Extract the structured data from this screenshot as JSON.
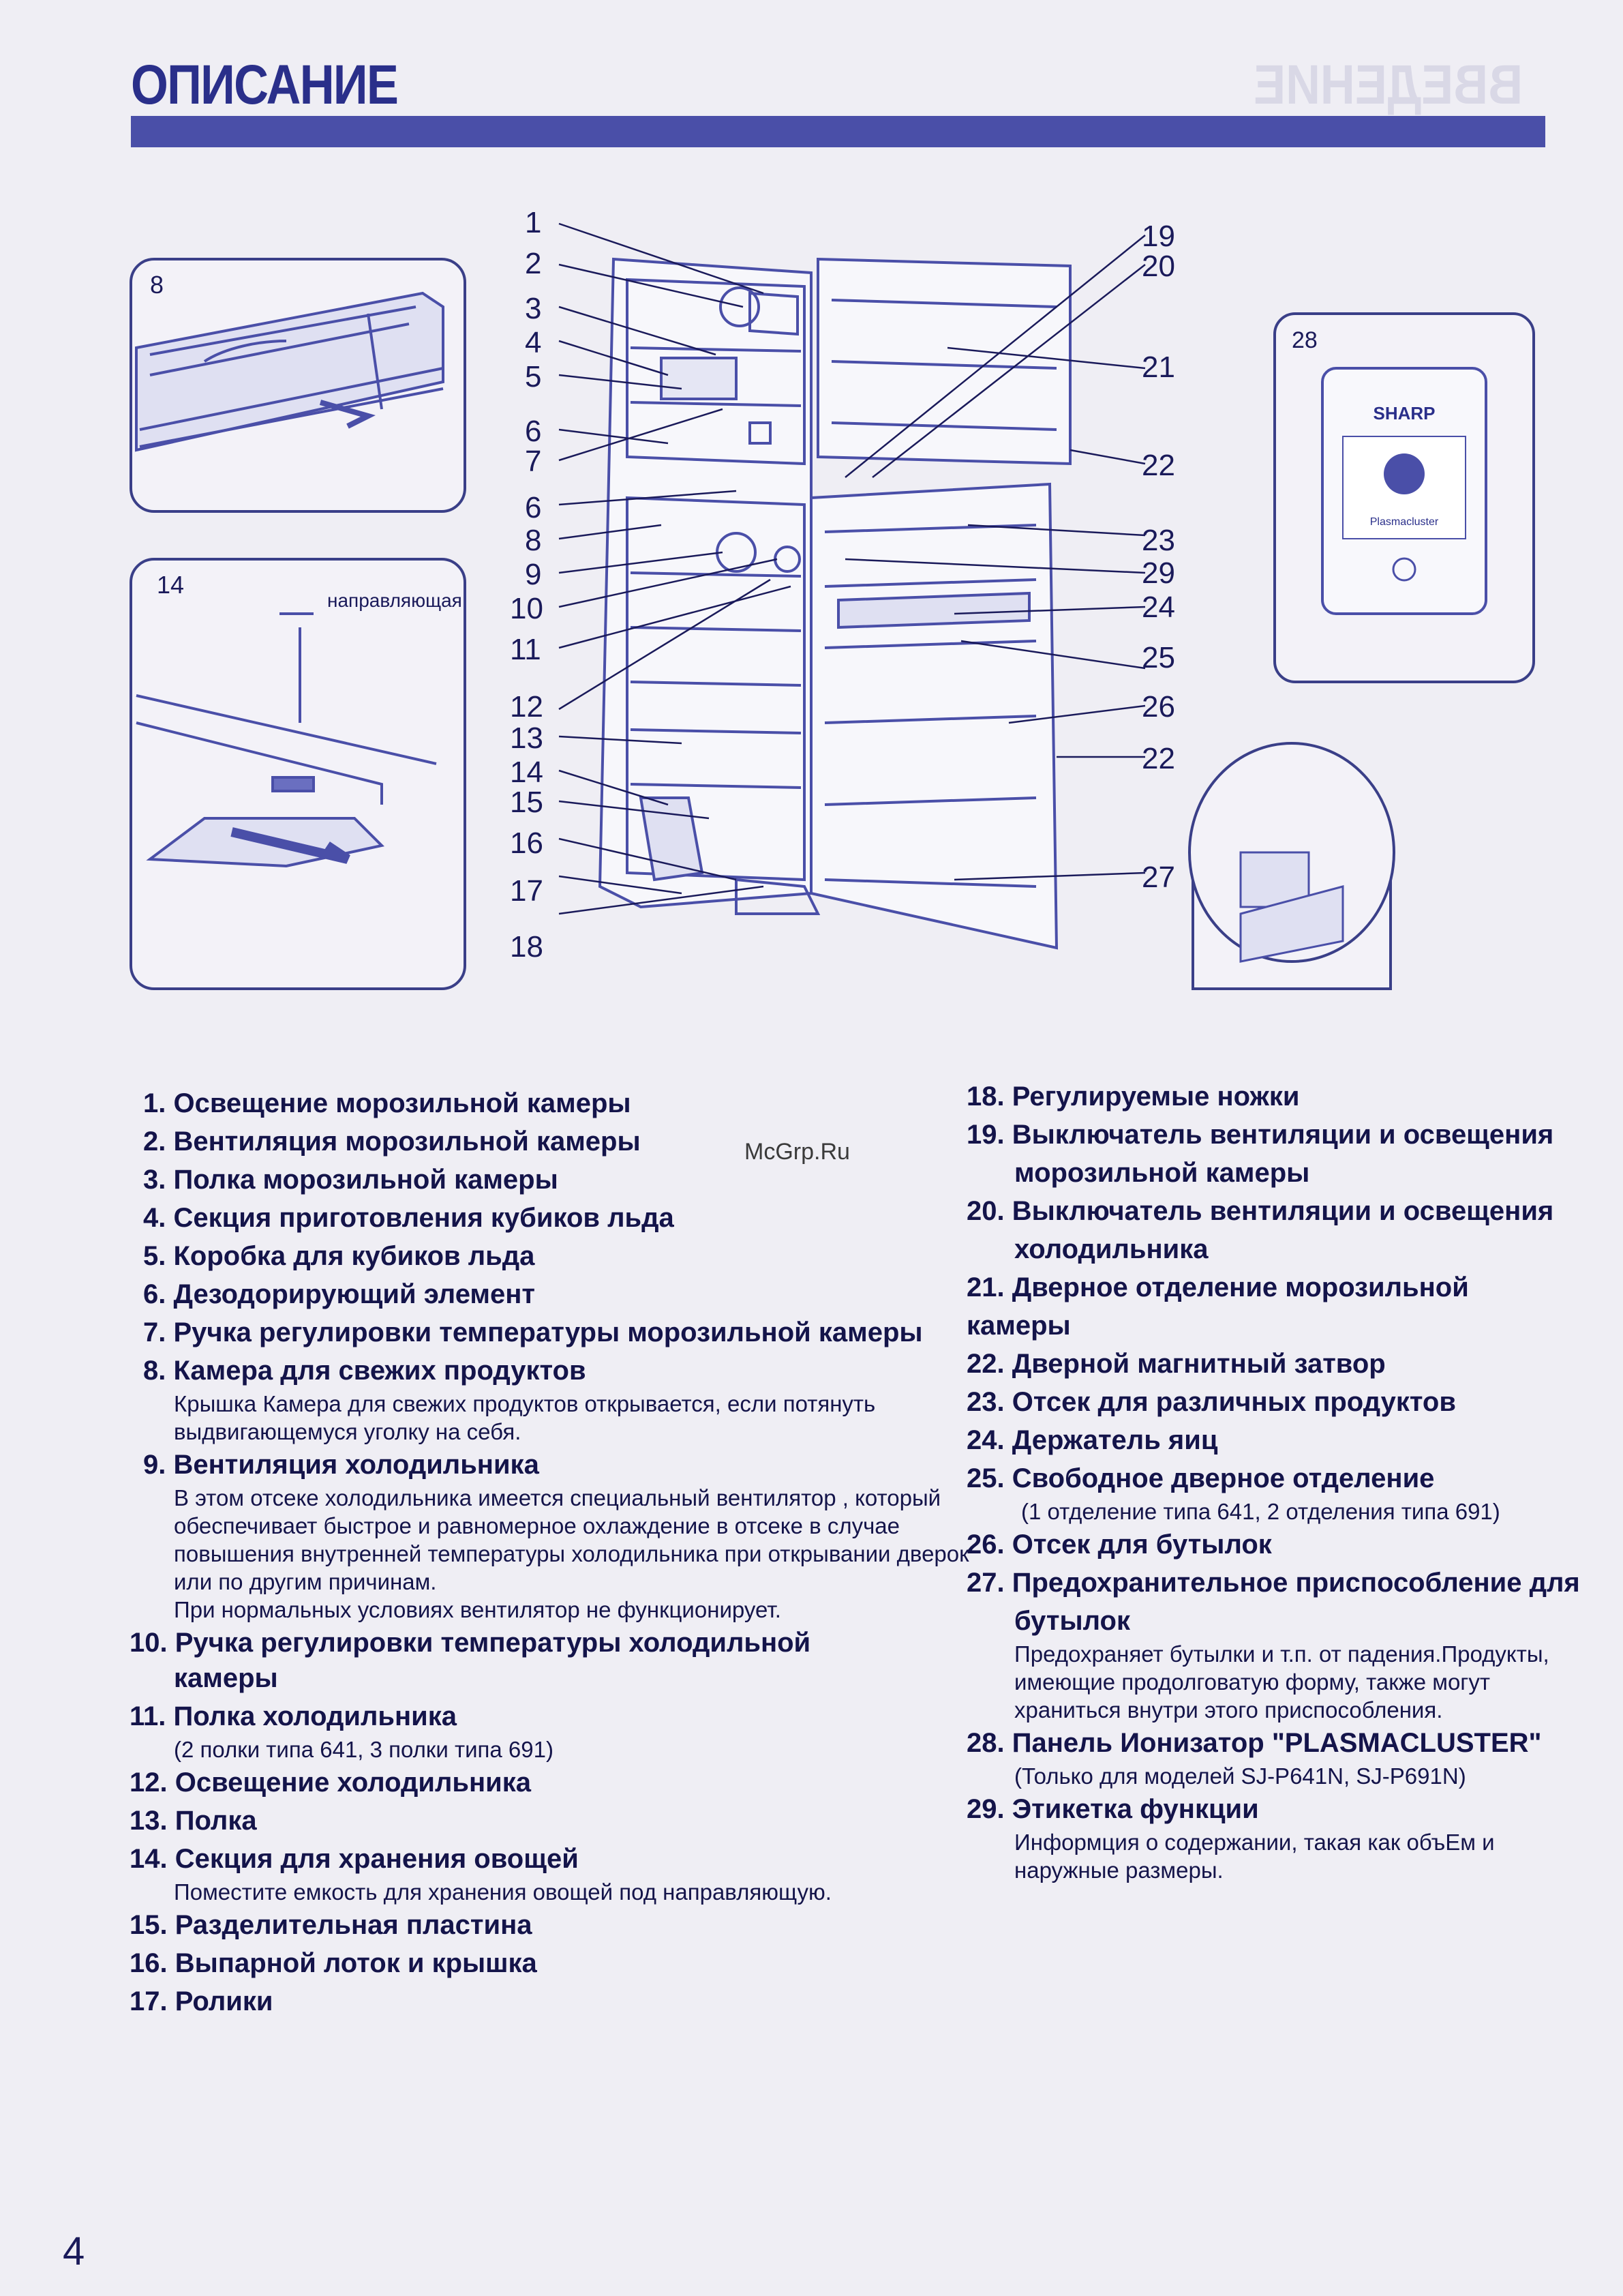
{
  "header": {
    "title": "ОПИСАНИЕ",
    "ghost_title": "ВВЕДЕНИЕ"
  },
  "page_number": "4",
  "watermark": "McGrp.Ru",
  "diagram": {
    "inset_8_label": "8",
    "inset_14_label": "14",
    "inset_14_guide": "направляющая",
    "inset_28_label": "28",
    "panel_brand": "SHARP",
    "panel_caption": "Plasmacluster",
    "callouts_left": [
      "1",
      "2",
      "3",
      "4",
      "5",
      "6",
      "7",
      "6",
      "8",
      "9",
      "10",
      "11",
      "12",
      "13",
      "14",
      "15",
      "16",
      "17",
      "18"
    ],
    "callouts_right": [
      "19",
      "20",
      "21",
      "22",
      "23",
      "29",
      "24",
      "25",
      "26",
      "22",
      "27"
    ]
  },
  "items_left": [
    {
      "n": "1.",
      "t": "Освещение морозильной камеры"
    },
    {
      "n": "2.",
      "t": "Вентиляция морозильной камеры"
    },
    {
      "n": "3.",
      "t": "Полка морозильной камеры"
    },
    {
      "n": "4.",
      "t": "Секция приготовления кубиков льда"
    },
    {
      "n": "5.",
      "t": "Коробка для кубиков льда"
    },
    {
      "n": "6.",
      "t": "Дезодорирующий элемент"
    },
    {
      "n": "7.",
      "t": "Ручка регулировки температуры морозильной камеры"
    },
    {
      "n": "8.",
      "t": "Камера для свежих продуктов"
    },
    {
      "n": "9.",
      "t": "Вентиляция холодильника"
    },
    {
      "n": "10.",
      "t": "Ручка регулировки температуры холодильной"
    },
    {
      "n": "11.",
      "t": "Полка холодильника"
    },
    {
      "n": "12.",
      "t": "Освещение холодильника"
    },
    {
      "n": "13.",
      "t": "Полка"
    },
    {
      "n": "14.",
      "t": "Секция для хранения овощей"
    },
    {
      "n": "15.",
      "t": "Разделительная пластина"
    },
    {
      "n": "16.",
      "t": "Выпарной лоток и крышка"
    },
    {
      "n": "17.",
      "t": "Ролики"
    }
  ],
  "notes_left": {
    "n8": "Крышка Камера для свежих продуктов открывается, если потянуть выдвигающемуся уголку на себя.",
    "n9": "В этом отсеке холодильника имеется специальный вентилятор , который обеспечивает быстрое и равномерное охлаждение в отсеке в случае повышения внутренней температуры холодильника при открывании дверок или по другим причинам.",
    "n9b": "При нормальных условиях вентилятор не функционирует.",
    "n10": "камеры",
    "n11": "(2 полки типа 641, 3 полки типа 691)",
    "n14": "Поместите емкость для хранения овощей под направляющую."
  },
  "items_right": {
    "i18": "18. Регулируемые ножки",
    "i19": "19. Выключатель вентиляции и освещения",
    "i19b": "морозильной камеры",
    "i20": "20. Выключатель вентиляции и освещения",
    "i20b": "холодильника",
    "i21": "21. Дверное отделение морозильной камеры",
    "i22": "22. Дверной магнитный затвор",
    "i23": "23. Отсек для различных продуктов",
    "i24": "24. Держатель яиц",
    "i25": "25. Свободное дверное отделение",
    "n25": "(1 отделение типа 641, 2 отделения типа 691)",
    "i26": "26. Отсек для бутылок",
    "i27": "27. Предохранительное приспособление для",
    "i27b": "бутылок",
    "n27": "Предохраняет бутылки и т.п. от падения.Продукты, имеющие продолговатую форму, также могут храниться внутри этого приспособления.",
    "i28": "28. Панель Ионизатор \"PLASMACLUSTER\"",
    "n28": "(Только для моделей SJ-P641N, SJ-P691N)",
    "i29": "29. Этикетка функции",
    "n29": "Информция о содержании, такая как объЕм и наружные размеры."
  }
}
